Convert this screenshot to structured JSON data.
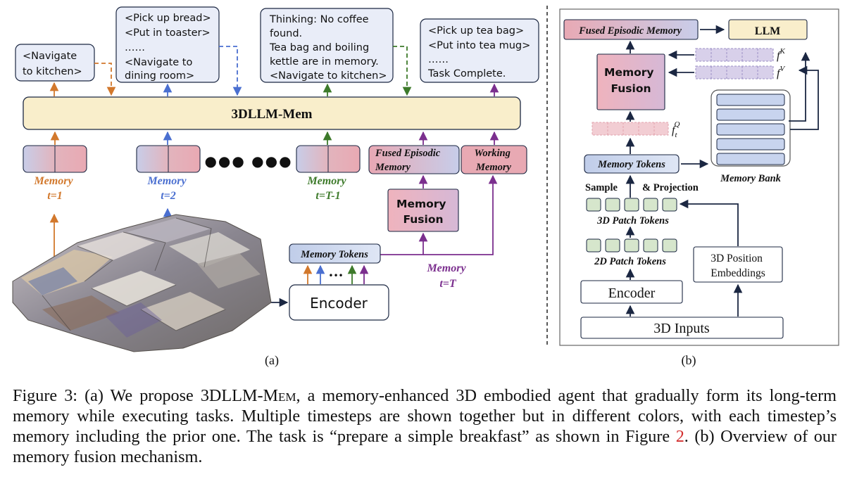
{
  "panel_a": {
    "bubbles": {
      "navigate": [
        "<Navigate",
        "to kitchen>"
      ],
      "bread": [
        "<Pick up bread>",
        "<Put in toaster>",
        "……",
        "<Navigate to",
        "dining room>"
      ],
      "thinking": [
        "Thinking: No coffee",
        "found.",
        "Tea bag and boiling",
        "kettle are in memory.",
        "<Navigate to kitchen>"
      ],
      "tea": [
        "<Pick up tea bag>",
        "<Put into tea mug>",
        "……",
        "Task Complete."
      ]
    },
    "model_label": "3DLLM-Mem",
    "dots": "●●● ●●●",
    "memory_t1": [
      "Memory",
      "t=1"
    ],
    "memory_t2": [
      "Memory",
      "t=2"
    ],
    "memory_tm1": [
      "Memory",
      "t=T-1"
    ],
    "fused_episodic": [
      "Fused Episodic",
      "Memory"
    ],
    "working_memory": [
      "Working",
      "Memory"
    ],
    "memory_fusion": [
      "Memory",
      "Fusion"
    ],
    "memory_tokens": "Memory Tokens",
    "memory_t": [
      "Memory",
      "t=T"
    ],
    "encoder": "Encoder",
    "token_dots": "•••",
    "label": "(a)"
  },
  "panel_b": {
    "fused_episodic": "Fused Episodic Memory",
    "llm": "LLM",
    "memory_fusion": [
      "Memory",
      "Fusion"
    ],
    "fk": "f",
    "fk_sup": "K",
    "fv": "f",
    "fv_sup": "V",
    "fq": "f",
    "fq_sub": "t",
    "fq_sup": "Q",
    "memory_tokens": "Memory Tokens",
    "memory_bank": "Memory Bank",
    "sample": "Sample",
    "projection": "& Projection",
    "patch3d": "3D Patch Tokens",
    "patch2d": "2D Patch Tokens",
    "pos_embed": [
      "3D Position",
      "Embeddings"
    ],
    "encoder": "Encoder",
    "inputs": "3D Inputs",
    "label": "(b)"
  },
  "colors": {
    "t1": "#d2782c",
    "t2": "#4a6fd0",
    "tm1": "#3d7a2a",
    "t": "#7b2f8e",
    "navy": "#1b2742"
  },
  "caption": {
    "p1": "Figure 3: (a) We propose 3DLLM-M",
    "p1_sc": "em",
    "p2": ", a memory-enhanced 3D embodied agent that gradually form its long-term memory while executing tasks. Multiple timesteps are shown together but in different colors, with each timestep’s memory including the prior one. The task is “prepare a simple breakfast” as shown in Figure ",
    "ref": "2",
    "p3": ". (b) Overview of our memory fusion mechanism."
  }
}
